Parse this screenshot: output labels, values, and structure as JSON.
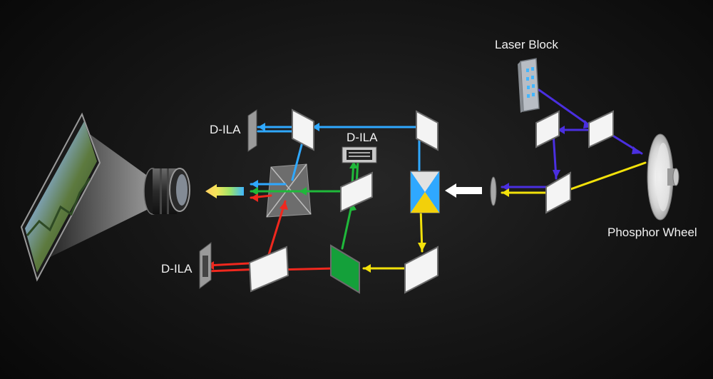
{
  "labels": {
    "laser_block": "Laser Block",
    "phosphor_wheel": "Phosphor Wheel",
    "dila_top_left": "D-ILA",
    "dila_top_center": "D-ILA",
    "dila_bottom_left": "D-ILA"
  },
  "colors": {
    "background": "#000000",
    "blue_laser": "#4a2fe0",
    "cyan_beam": "#2fa8ff",
    "green_beam": "#1fb83a",
    "red_beam": "#f0281e",
    "yellow_beam": "#f2e10a",
    "white_beam": "#ffffff",
    "mirror": "#f4f4f4",
    "green_filter": "#14a03a"
  },
  "icons": [
    "screen-icon",
    "lens-icon",
    "prism-icon",
    "dichroic-prism-icon",
    "laser-block-icon",
    "phosphor-wheel-icon",
    "condenser-lens-icon"
  ]
}
